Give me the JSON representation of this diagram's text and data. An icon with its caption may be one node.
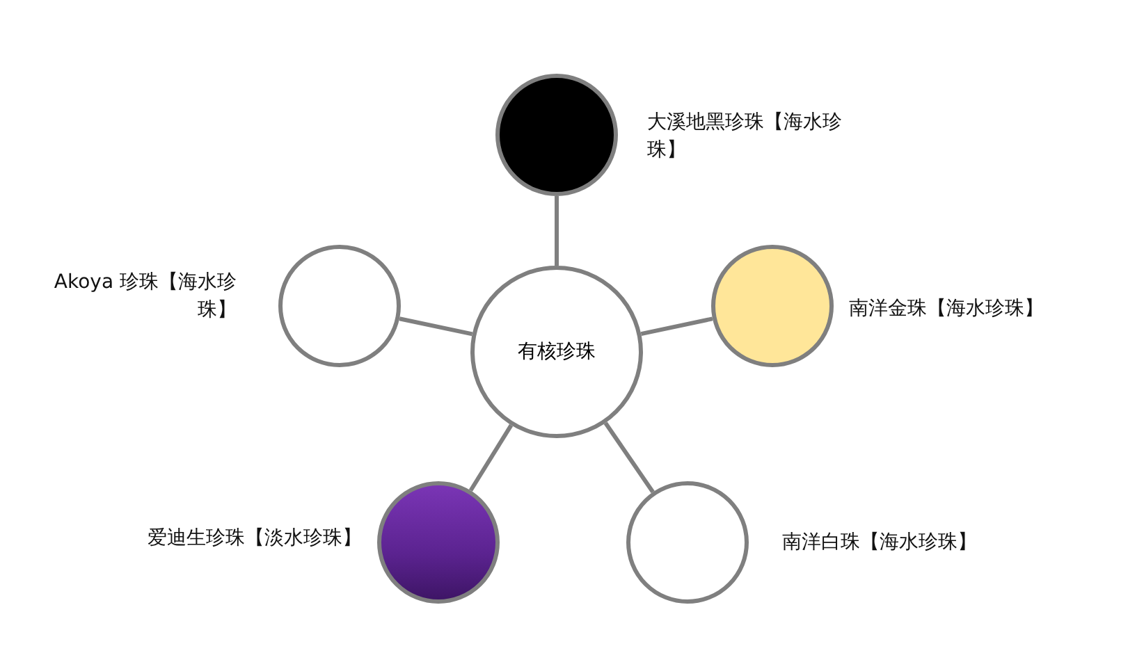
{
  "diagram": {
    "nodes": [
      {
        "text": [
          "有核珍珠"
        ]
      },
      {
        "text": [],
        "shape": "circle",
        "beside": [
          "大溪地黑珍珠【海水珍珠】"
        ]
      },
      {
        "text": [],
        "shape": "circle",
        "beside": [
          "南洋金珠【海水珍珠】"
        ]
      },
      {
        "text": [],
        "shape": "circle",
        "beside": [
          "Akoya 珍珠【海水珍珠】"
        ]
      },
      {
        "text": [],
        "shape": "circle",
        "beside": [
          "爱迪生珍珠【淡水珍珠】"
        ]
      },
      {
        "text": [],
        "shape": "circle",
        "beside": [
          "南洋白珠【海水珍珠】"
        ]
      }
    ],
    "edges": [
      {
        "from": 0,
        "to": 1,
        "arrow": "none"
      },
      {
        "from": 0,
        "to": 2,
        "arrow": "none"
      },
      {
        "from": 0,
        "to": 3,
        "arrow": "none"
      },
      {
        "from": 0,
        "to": 4,
        "arrow": "none"
      },
      {
        "from": 0,
        "to": 5,
        "arrow": "none"
      }
    ]
  }
}
